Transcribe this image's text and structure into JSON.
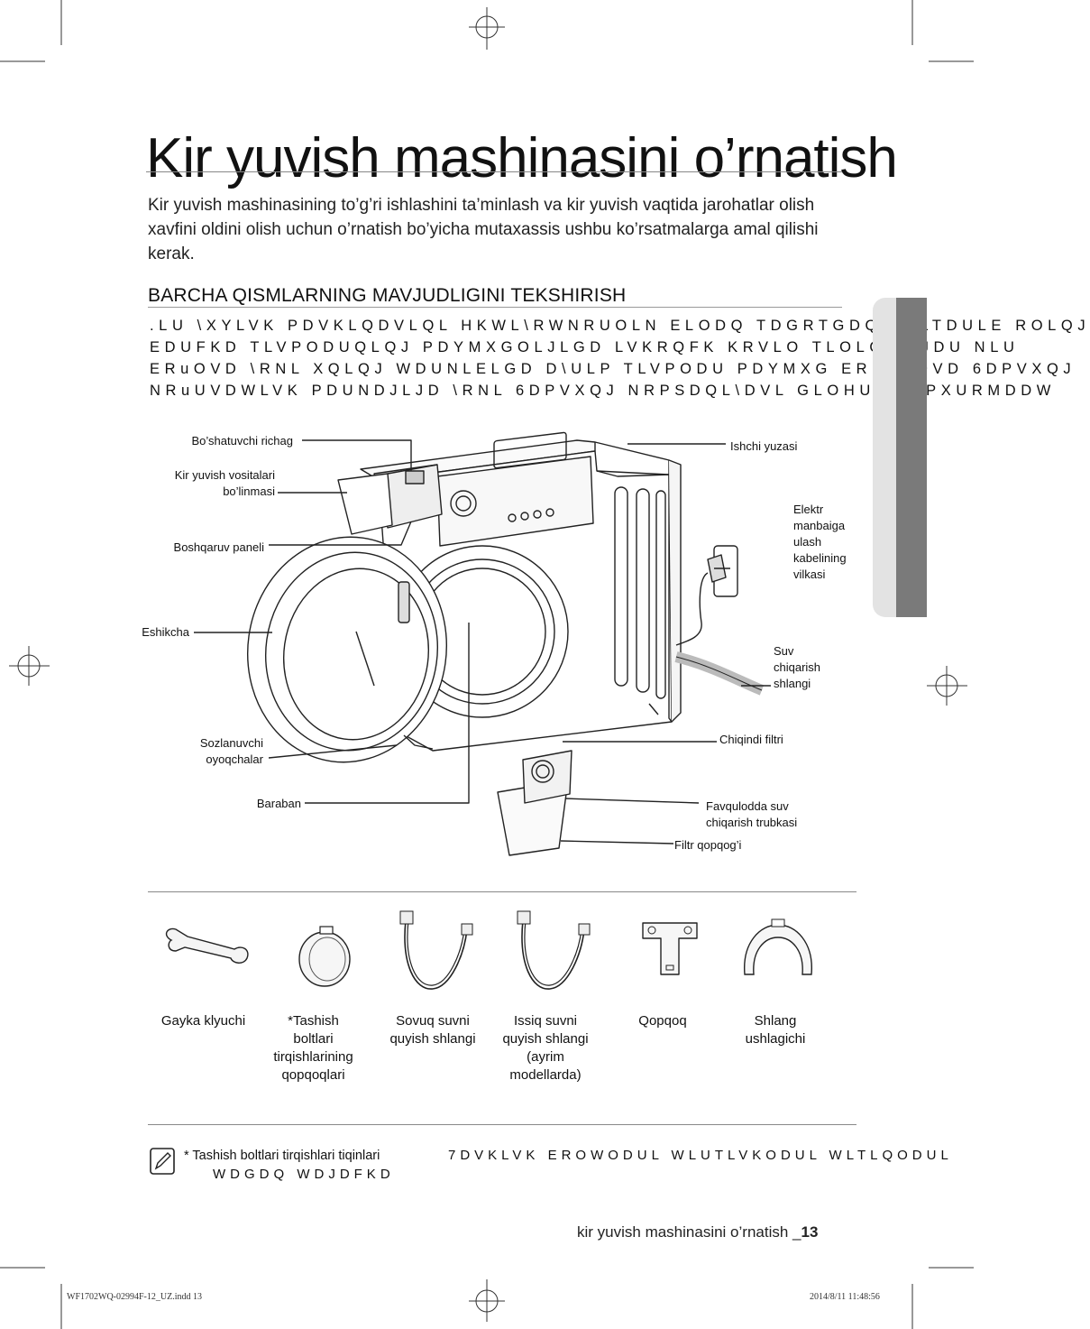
{
  "page": {
    "title": "Kir yuvish mashinasini o’rnatish",
    "intro": "Kir yuvish mashinasining to’g’ri ishlashini ta’minlash va kir yuvish vaqtida jarohatlar olish xavfini oldini olish uchun o’rnatish bo’yicha mutaxassis ushbu ko’rsatmalarga amal qilishi kerak.",
    "section_title": "BARCHA QISMLARNING MAVJUDLIGINI TEKSHIRISH",
    "garbled_lines": [
      ".LU \\XYLVK PDVKLQDVLQL HKWL\\RWNRUOLN ELODQ TDGRTGDQ FKLTDULE ROLQJ",
      "EDUFKD TLVPODUQLQJ PDYMXGOLJLGD LVKRQFK KRVLO TLOLQJ $JDU NLU",
      "ERuOVD \\RNL XQLQJ WDUNLELGD D\\ULP TLVPODU PDYMXG ERuOPDVD 6DPVXQJ",
      "NRuUVDWLVK PDUNDJLJD \\RNL 6DPVXQJ NRPSDQL\\DVL GLOHULJD PXURMDDW"
    ]
  },
  "diagram": {
    "labels": {
      "release_lever": "Bo’shatuvchi richag",
      "detergent_drawer_1": "Kir yuvish vositalari",
      "detergent_drawer_2": "bo’linmasi",
      "control_panel": "Boshqaruv paneli",
      "door": "Eshikcha",
      "levelling_feet_1": "Sozlanuvchi",
      "levelling_feet_2": "oyoqchalar",
      "drum": "Baraban",
      "worktop": "Ishchi yuzasi",
      "power_plug_1": "Elektr",
      "power_plug_2": "manbaiga",
      "power_plug_3": "ulash",
      "power_plug_4": "kabelining",
      "power_plug_5": "vilkasi",
      "drain_hose_1": "Suv",
      "drain_hose_2": "chiqarish",
      "drain_hose_3": "shlangi",
      "debris_filter": "Chiqindi filtri",
      "emergency_drain_1": "Favqulodda suv",
      "emergency_drain_2": "chiqarish trubkasi",
      "filter_cover": "Filtr qopqog’i"
    }
  },
  "accessories": [
    {
      "icon": "spanner-icon",
      "lines": [
        "Gayka klyuchi"
      ]
    },
    {
      "icon": "hole-cap-icon",
      "lines": [
        "*Tashish",
        "boltlari",
        "tirqishlarining",
        "qopqoqlari"
      ]
    },
    {
      "icon": "cold-hose-icon",
      "lines": [
        "Sovuq suvni",
        "quyish shlangi"
      ]
    },
    {
      "icon": "hot-hose-icon",
      "lines": [
        "Issiq suvni",
        "quyish shlangi",
        "(ayrim",
        "modellarda)"
      ]
    },
    {
      "icon": "cover-icon",
      "lines": [
        "Qopqoq"
      ]
    },
    {
      "icon": "hose-guide-icon",
      "lines": [
        "Shlang",
        "ushlagichi"
      ]
    }
  ],
  "note": {
    "icon": "note-pencil-icon",
    "text": "* Tashish boltlari tirqishlari tiqinlari",
    "garbled_1": "7DVKLVK EROWODUL WLUTLVKODUL WLTLQODUL",
    "garbled_2": "WDGDQ WDJDFKD"
  },
  "footer": {
    "title_text": "kir yuvish mashinasini o’rnatish _",
    "page_number": "13",
    "file_name": "WF1702WQ-02994F-12_UZ.indd   13",
    "timestamp": "2014/8/11   11:48:56"
  }
}
